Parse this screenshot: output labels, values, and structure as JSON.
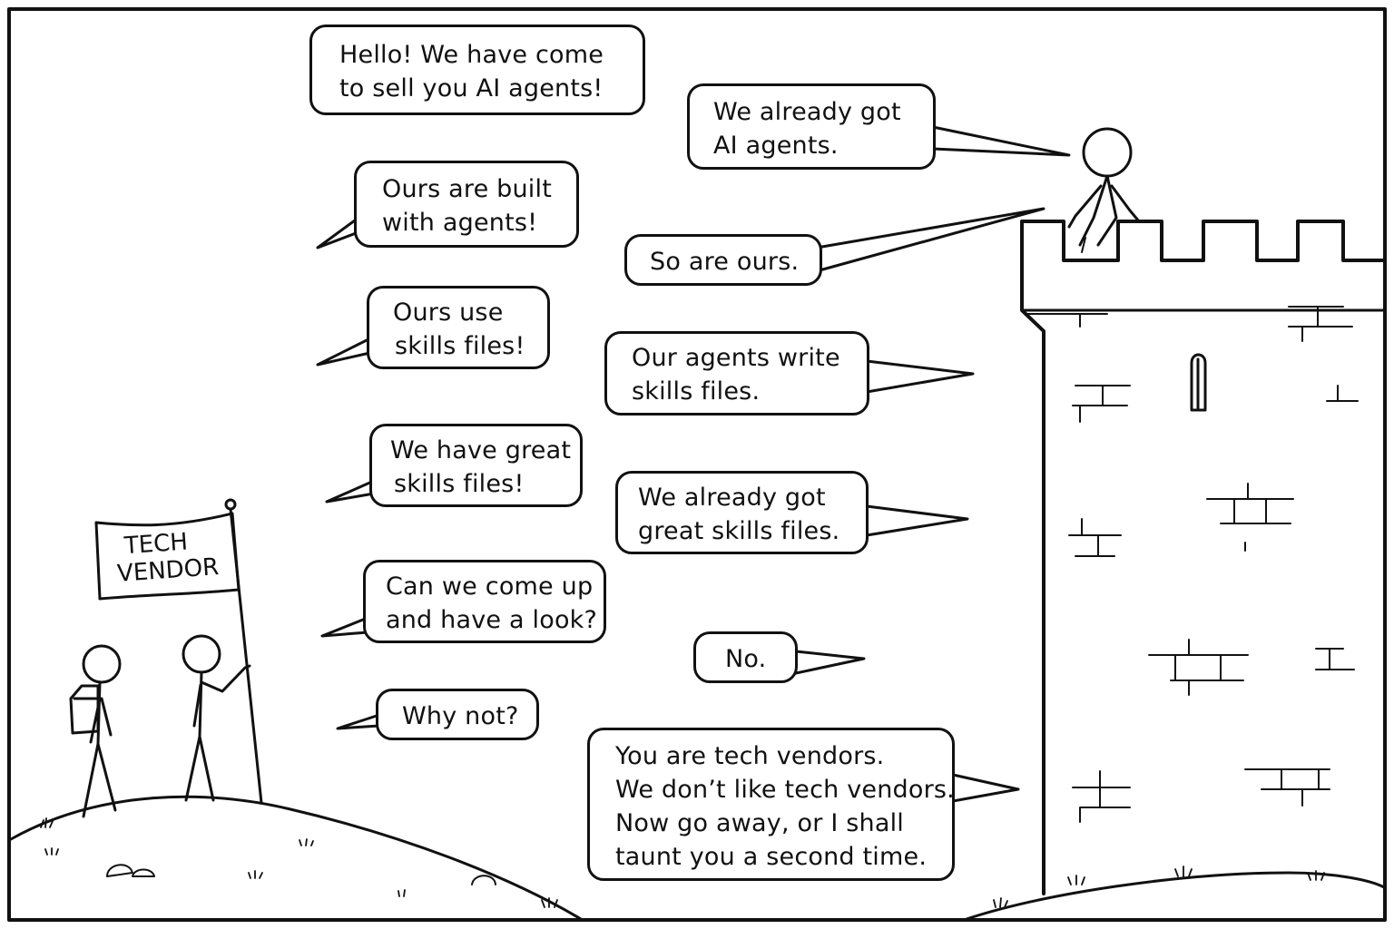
{
  "flag": {
    "line1": "TECH",
    "line2": "VENDOR"
  },
  "vendors": {
    "b1": [
      "Hello! We have come",
      "to sell you AI agents!"
    ],
    "b2": [
      "Ours are built",
      "with agents!"
    ],
    "b3": [
      "Ours use",
      "skills files!"
    ],
    "b4": [
      "We have great",
      "skills files!"
    ],
    "b5": [
      "Can we come up",
      "and have a look?"
    ],
    "b6": [
      "Why not?"
    ]
  },
  "guard": {
    "g1": [
      "We already got",
      "AI agents."
    ],
    "g2": [
      "So are ours."
    ],
    "g3": [
      "Our agents write",
      "skills files."
    ],
    "g4": [
      "We already got",
      "great skills files."
    ],
    "g5": [
      "No."
    ],
    "g6": [
      "You are tech vendors.",
      "We don’t like tech vendors.",
      "Now go away, or I shall",
      "taunt you a second time."
    ]
  }
}
